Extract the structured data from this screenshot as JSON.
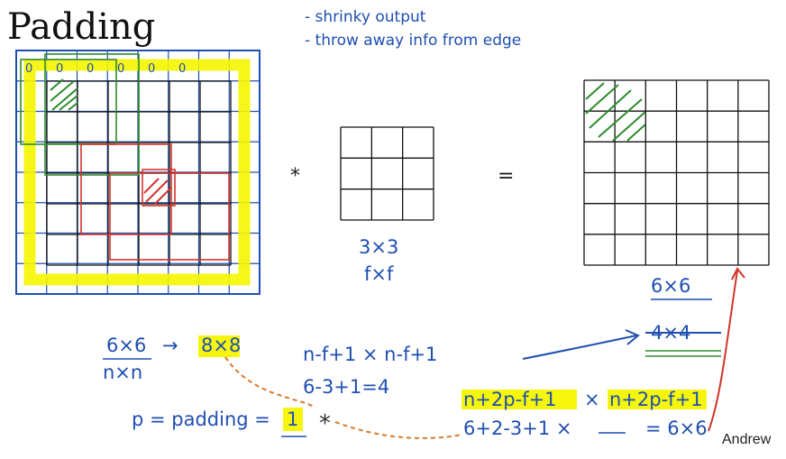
{
  "title": "Padding",
  "notes": {
    "line1": "- shrinky output",
    "line2": "- throw away info from edge"
  },
  "operators": {
    "conv": "*",
    "equals": "="
  },
  "input": {
    "grid_rows": 6,
    "grid_cols": 6,
    "padded_rows": 8,
    "padded_cols": 8,
    "zero_row": [
      "0",
      "0",
      "0",
      "0",
      "0",
      "0"
    ]
  },
  "filter": {
    "rows": 3,
    "cols": 3,
    "size_label": "3×3",
    "symbol_label": "f×f"
  },
  "output": {
    "rows": 6,
    "cols": 6,
    "size_label": "6×6",
    "crossed_label": "4×4"
  },
  "equations": {
    "input_size": "6×6",
    "arrow": "→",
    "padded_size": "8×8",
    "input_symbol": "n×n",
    "formula": "n-f+1 × n-f+1",
    "example": "6-3+1=4",
    "padded_formula_a": "n+2p-f+1",
    "padded_formula_times": "×",
    "padded_formula_b": "n+2p-f+1",
    "padded_example_left": "6+2-3+1 ×",
    "padded_example_right": "= 6×6",
    "padding_def": "p = padding =",
    "padding_value": "1",
    "star": "*"
  },
  "credit": "Andrew",
  "colors": {
    "ink_blue": "#1f4fb0",
    "grid": "#111111",
    "highlight": "#f5f500",
    "green": "#2e8b2e",
    "red": "#d0352b",
    "orange": "#d9782a"
  }
}
